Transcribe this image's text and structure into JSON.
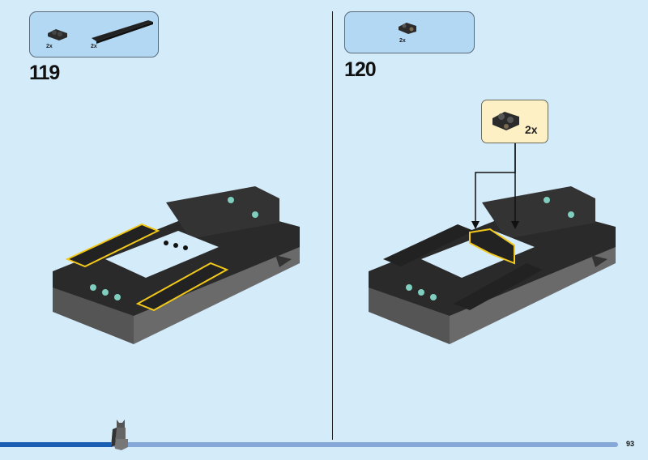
{
  "steps": [
    {
      "number": "119",
      "parts": [
        {
          "name": "bracket-plate",
          "qty": "2x"
        },
        {
          "name": "tile-long",
          "qty": "2x"
        }
      ]
    },
    {
      "number": "120",
      "parts": [
        {
          "name": "bracket-plate",
          "qty": "2x"
        }
      ],
      "callout": {
        "qty": "2x"
      }
    }
  ],
  "page_number": "93",
  "progress": {
    "fraction": 0.18,
    "fill_color": "#1a5fb4",
    "track_color": "#85a8d8"
  },
  "colors": {
    "background": "#d4ebfa",
    "parts_box": "#b3d8f3",
    "highlight": "#f2c81a"
  }
}
